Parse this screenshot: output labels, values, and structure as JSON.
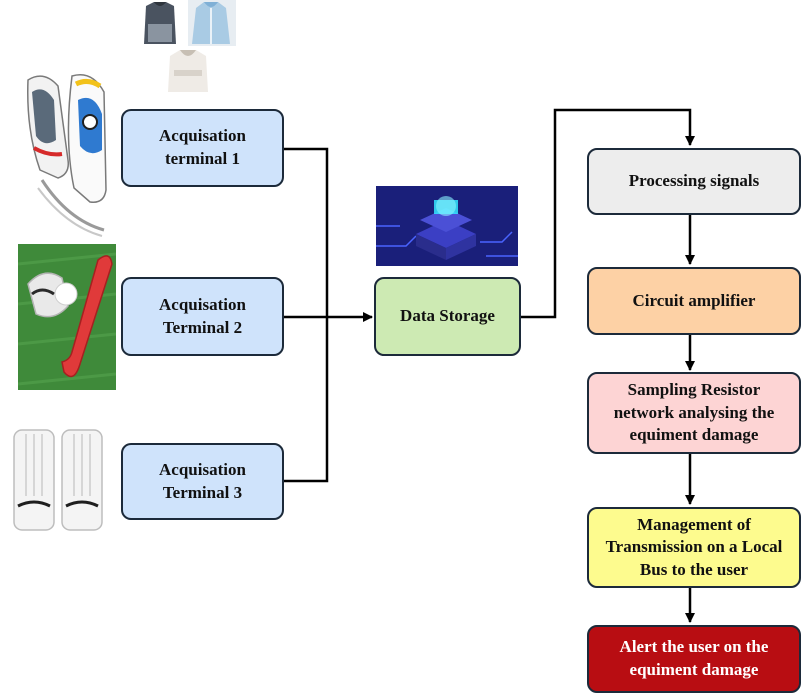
{
  "nodes": {
    "terminal_1": "Acquisation\nterminal 1",
    "terminal_2": "Acquisation\nTerminal 2",
    "terminal_3": "Acquisation\nTerminal 3",
    "data_storage": "Data Storage",
    "processing": "Processing signals",
    "amplifier": "Circuit amplifier",
    "sampling": "Sampling Resistor\nnetwork analysing the\nequiment damage",
    "management": "Management of\nTransmission on a Local\nBus to the user",
    "alert": "Alert the user on the\nequiment damage"
  },
  "images": {
    "jackets": "jackets-image",
    "shoes": "sports-shoes-image",
    "hockey": "hockey-stick-and-ball-image",
    "pads": "cricket-leg-pads-image",
    "server": "data-server-image"
  },
  "colors": {
    "acquisition_fill": "#cfe3fb",
    "storage_fill": "#cdeab3",
    "processing_fill": "#ededed",
    "amplifier_fill": "#fdd1a5",
    "sampling_fill": "#fdd4d4",
    "management_fill": "#fdfb8e",
    "alert_fill": "#b80d12",
    "line": "#000000"
  }
}
